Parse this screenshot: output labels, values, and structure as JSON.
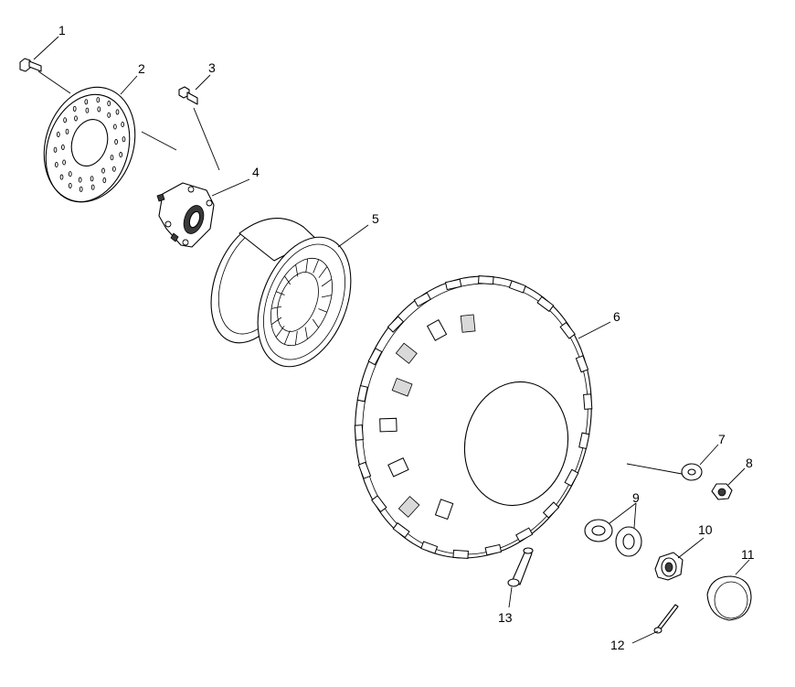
{
  "diagram": {
    "callouts": [
      {
        "id": "1",
        "text": "1"
      },
      {
        "id": "2",
        "text": "2"
      },
      {
        "id": "3",
        "text": "3"
      },
      {
        "id": "4",
        "text": "4"
      },
      {
        "id": "5",
        "text": "5"
      },
      {
        "id": "6",
        "text": "6"
      },
      {
        "id": "7",
        "text": "7"
      },
      {
        "id": "8",
        "text": "8"
      },
      {
        "id": "9",
        "text": "9"
      },
      {
        "id": "10",
        "text": "10"
      },
      {
        "id": "11",
        "text": "11"
      },
      {
        "id": "12",
        "text": "12"
      },
      {
        "id": "13",
        "text": "13"
      }
    ],
    "line_color": "#000000",
    "background": "#ffffff"
  }
}
